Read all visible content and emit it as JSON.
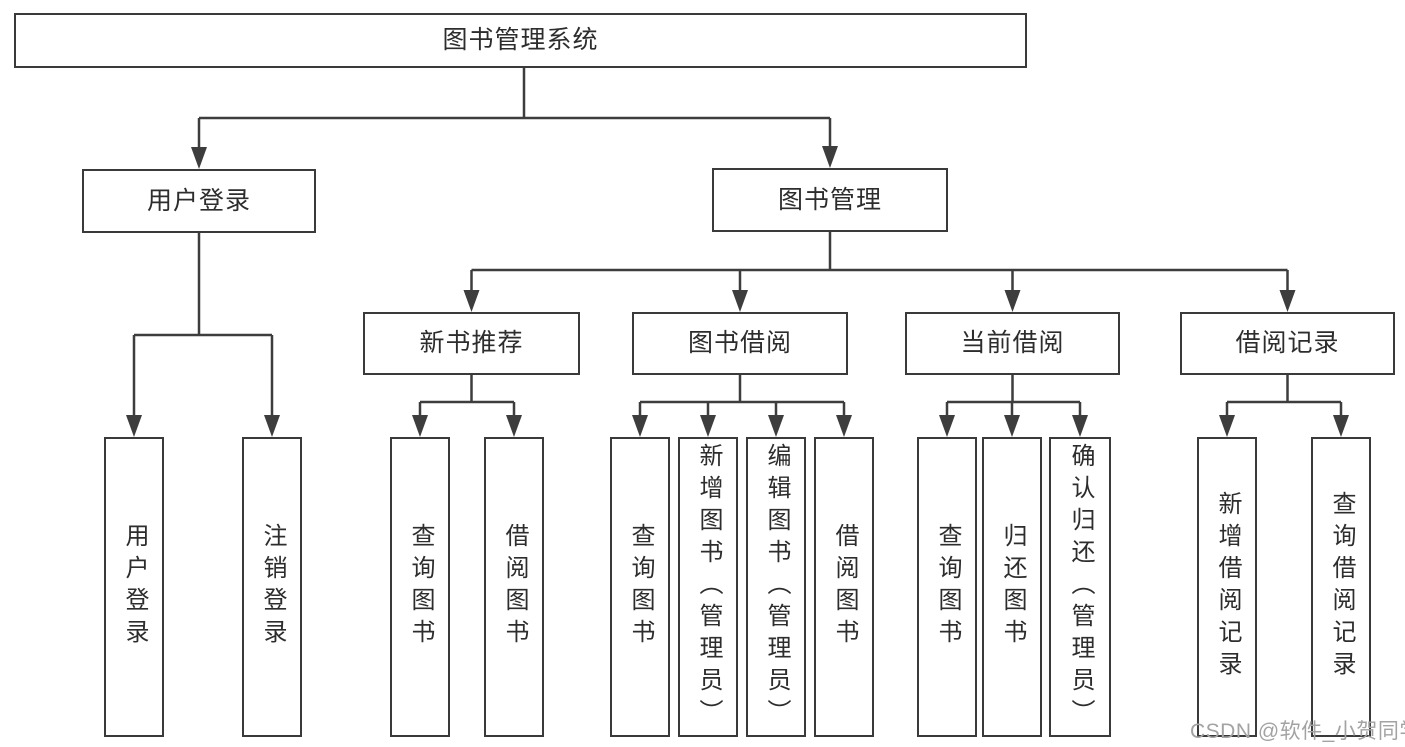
{
  "diagram": {
    "title": "图书管理系统",
    "tree": {
      "label": "图书管理系统",
      "children": [
        {
          "label": "用户登录",
          "children": [
            {
              "label": "用户登录"
            },
            {
              "label": "注销登录"
            }
          ]
        },
        {
          "label": "图书管理",
          "children": [
            {
              "label": "新书推荐",
              "children": [
                {
                  "label": "查询图书"
                },
                {
                  "label": "借阅图书"
                }
              ]
            },
            {
              "label": "图书借阅",
              "children": [
                {
                  "label": "查询图书"
                },
                {
                  "label": "新增图书（管理员）"
                },
                {
                  "label": "编辑图书（管理员）"
                },
                {
                  "label": "借阅图书"
                }
              ]
            },
            {
              "label": "当前借阅",
              "children": [
                {
                  "label": "查询图书"
                },
                {
                  "label": "归还图书"
                },
                {
                  "label": "确认归还（管理员）"
                }
              ]
            },
            {
              "label": "借阅记录",
              "children": [
                {
                  "label": "新增借阅记录"
                },
                {
                  "label": "查询借阅记录"
                }
              ]
            }
          ]
        }
      ]
    }
  },
  "watermark": {
    "text": "CSDN @软件_小贺同学"
  },
  "colors": {
    "background": "#ffffff",
    "line": "#3d3d3d",
    "box_border": "#3a3a3a",
    "box_fill": "#ffffff",
    "text": "#2d2d2d",
    "watermark": "#a3a3a3"
  }
}
